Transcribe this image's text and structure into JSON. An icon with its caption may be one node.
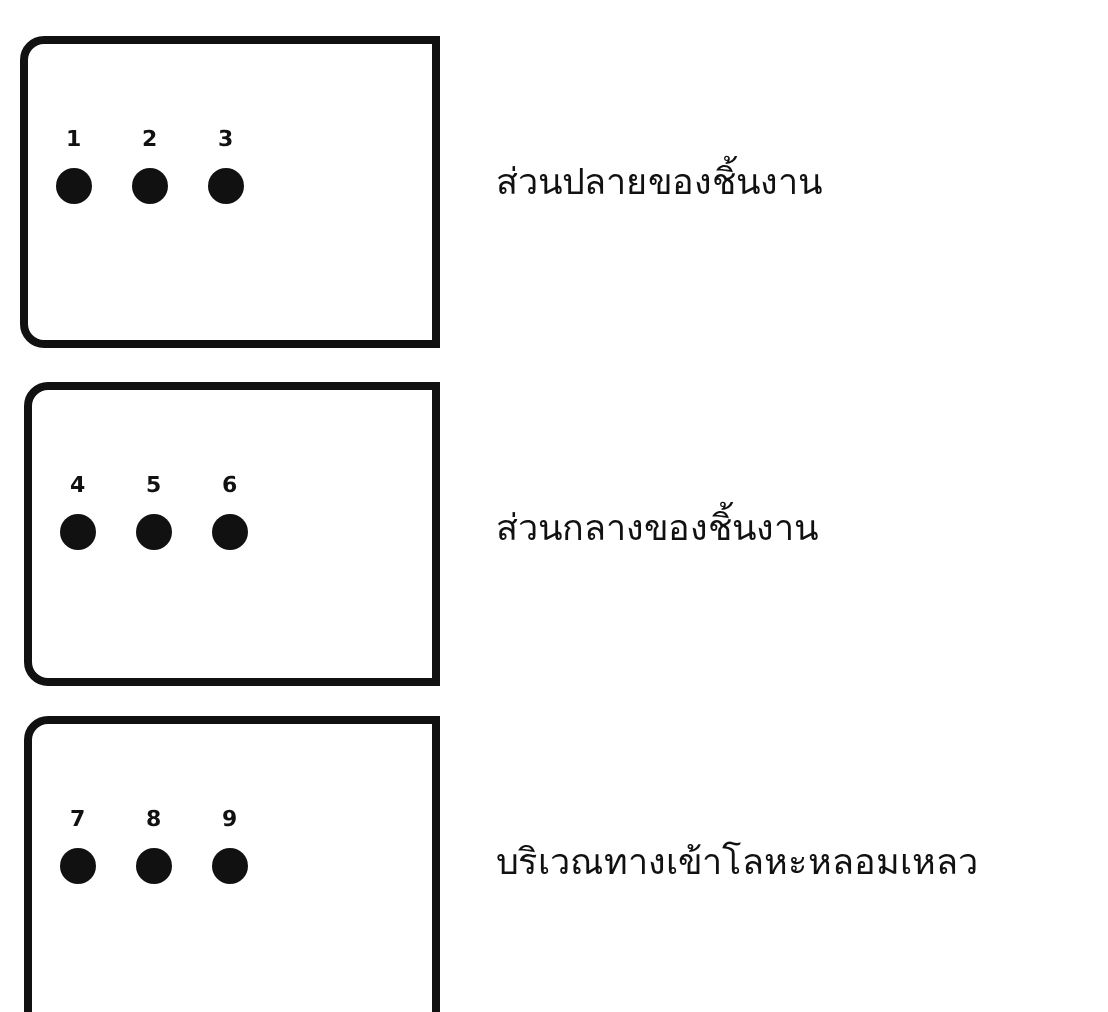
{
  "diagram": {
    "nodes": [
      {
        "text": [],
        "shape": "box",
        "beside": [
          "ส่วนปลายของชิ้นงาน"
        ]
      },
      {
        "text": [],
        "shape": "circle",
        "in": 0,
        "beside": [
          "1"
        ]
      },
      {
        "text": [],
        "shape": "circle",
        "in": 0,
        "beside": [
          "2"
        ]
      },
      {
        "text": [],
        "shape": "circle",
        "in": 0,
        "beside": [
          "3"
        ]
      },
      {
        "text": [],
        "shape": "box",
        "beside": [
          "ส่วนกลางของชิ้นงาน"
        ]
      },
      {
        "text": [],
        "shape": "circle",
        "in": 4,
        "beside": [
          "4"
        ]
      },
      {
        "text": [],
        "shape": "circle",
        "in": 4,
        "beside": [
          "5"
        ]
      },
      {
        "text": [],
        "shape": "circle",
        "in": 4,
        "beside": [
          "6"
        ]
      },
      {
        "text": [],
        "shape": "box",
        "beside": [
          "บริเวณทางเข้าโลหะหลอมเหลว"
        ]
      },
      {
        "text": [],
        "shape": "circle",
        "in": 8,
        "beside": [
          "7"
        ]
      },
      {
        "text": [],
        "shape": "circle",
        "in": 8,
        "beside": [
          "8"
        ]
      },
      {
        "text": [],
        "shape": "circle",
        "in": 8,
        "beside": [
          "9"
        ]
      }
    ]
  }
}
